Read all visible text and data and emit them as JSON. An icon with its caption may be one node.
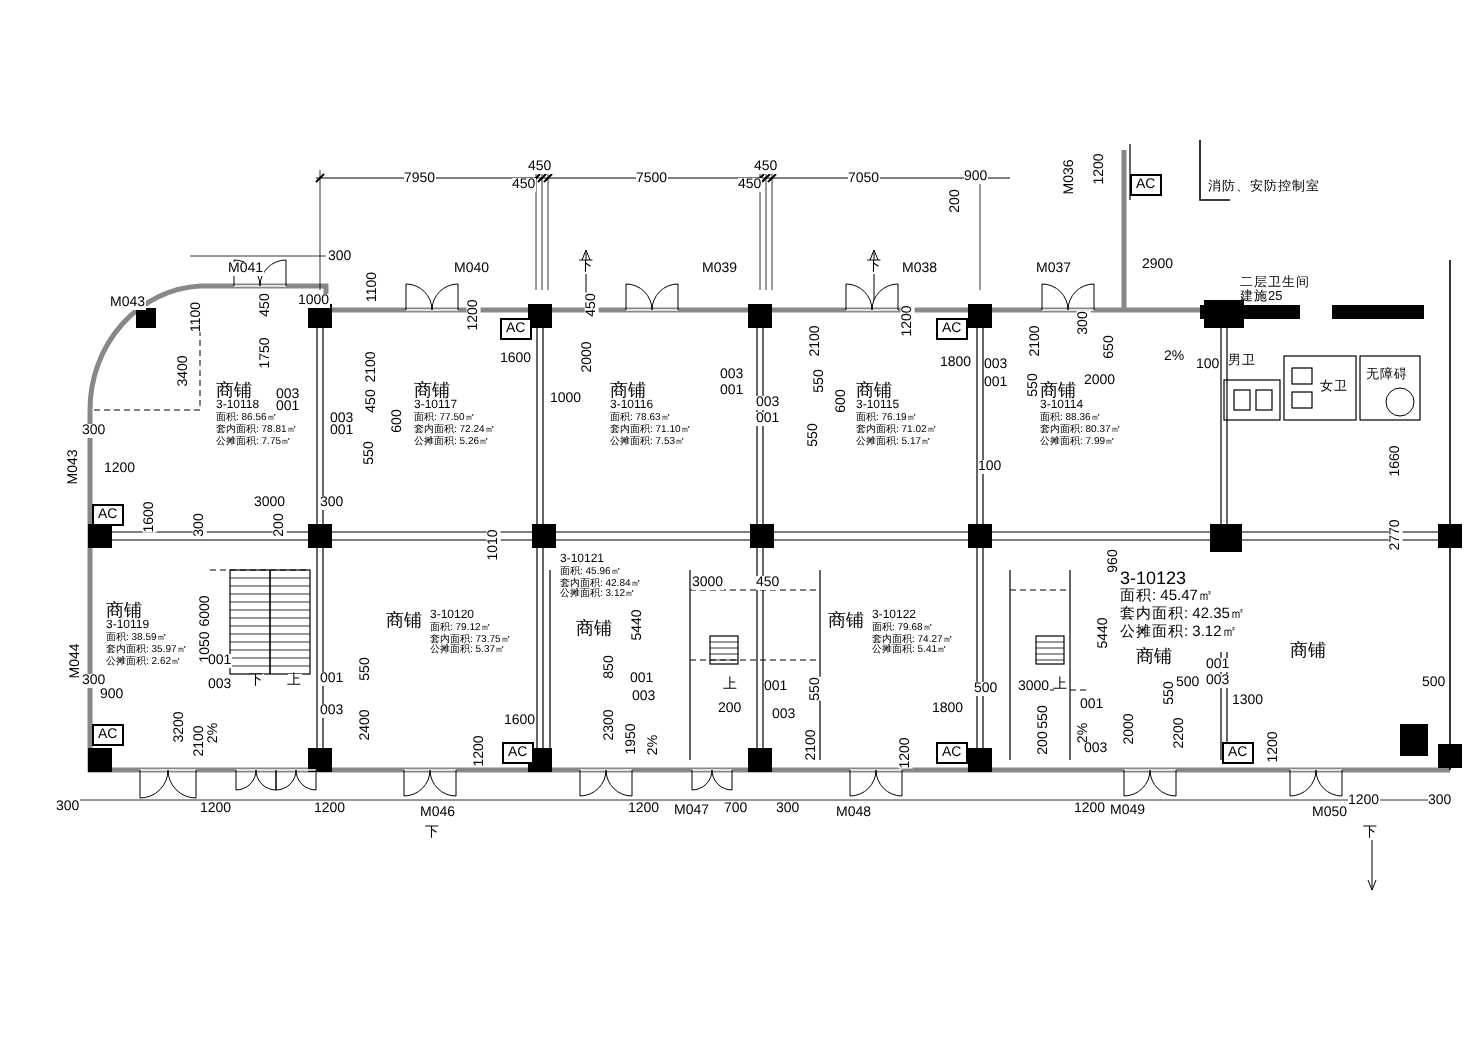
{
  "diagram": {
    "nodes": [
      {
        "text": [
          "商铺",
          "3-10118",
          "面积: 86.56㎡",
          "套内面积: 78.81㎡",
          "公摊面积: 7.75㎡"
        ]
      },
      {
        "text": [
          "商铺",
          "3-10117",
          "面积: 77.50㎡",
          "套内面积: 72.24㎡",
          "公摊面积: 5.26㎡"
        ]
      },
      {
        "text": [
          "商铺",
          "3-10116",
          "面积: 78.63㎡",
          "套内面积: 71.10㎡",
          "公摊面积: 7.53㎡"
        ]
      },
      {
        "text": [
          "商铺",
          "3-10115",
          "面积: 76.19㎡",
          "套内面积: 71.02㎡",
          "公摊面积: 5.17㎡"
        ]
      },
      {
        "text": [
          "商铺",
          "3-10114",
          "面积: 88.36㎡",
          "套内面积: 80.37㎡",
          "公摊面积: 7.99㎡"
        ]
      },
      {
        "text": [
          "商铺",
          "3-10119",
          "面积: 38.59㎡",
          "套内面积: 35.97㎡",
          "公摊面积: 2.62㎡"
        ]
      },
      {
        "text": [
          "商铺",
          "3-10120",
          "面积: 79.12㎡",
          "套内面积: 73.75㎡",
          "公摊面积: 5.37㎡"
        ]
      },
      {
        "text": [
          "3-10121",
          "面积: 45.96㎡",
          "套内面积: 42.84㎡",
          "公摊面积: 3.12㎡",
          "商铺"
        ]
      },
      {
        "text": [
          "商铺",
          "3-10122",
          "面积: 79.68㎡",
          "套内面积: 74.27㎡",
          "公摊面积: 5.41㎡"
        ]
      },
      {
        "text": [
          "3-10123",
          "面积: 45.47㎡",
          "套内面积: 42.35㎡",
          "公摊面积: 3.12㎡",
          "商铺"
        ]
      },
      {
        "text": [
          "商铺"
        ]
      },
      {
        "text": [
          "消防、安防控制室"
        ]
      },
      {
        "text": [
          "二层卫生间",
          "建施25"
        ]
      },
      {
        "text": [
          "男卫"
        ]
      },
      {
        "text": [
          "女卫"
        ]
      },
      {
        "text": [
          "无障碍"
        ]
      },
      {
        "text": [
          "AC"
        ]
      },
      {
        "text": [
          "AC"
        ]
      },
      {
        "text": [
          "AC"
        ]
      },
      {
        "text": [
          "AC"
        ]
      },
      {
        "text": [
          "AC"
        ]
      },
      {
        "text": [
          "AC"
        ]
      },
      {
        "text": [
          "AC"
        ]
      },
      {
        "text": [
          "AC"
        ]
      }
    ],
    "labels": [
      "7950",
      "450",
      "450",
      "7500",
      "450",
      "450",
      "7050",
      "900",
      "200",
      "M036",
      "1200",
      "300",
      "M041",
      "M040",
      "下",
      "M039",
      "下",
      "M038",
      "M037",
      "2900",
      "M043",
      "1100",
      "450",
      "1000",
      "1100",
      "1200",
      "450",
      "1200",
      "300",
      "650",
      "2%",
      "100",
      "2000",
      "3400",
      "1750",
      "2100",
      "1600",
      "2000",
      "1000",
      "2100",
      "1800",
      "2100",
      "003",
      "001",
      "003",
      "001",
      "450",
      "600",
      "550",
      "003",
      "001",
      "003",
      "001",
      "550",
      "600",
      "550",
      "003",
      "001",
      "550",
      "100",
      "300",
      "1200",
      "M043",
      "1660",
      "1600",
      "3000",
      "300",
      "300",
      "200",
      "1010",
      "960",
      "2770",
      "3000",
      "450",
      "6000",
      "1050",
      "5440",
      "5440",
      "M044",
      "300",
      "900",
      "001",
      "003",
      "下",
      "上",
      "001",
      "550",
      "850",
      "001",
      "003",
      "上",
      "001",
      "550",
      "500",
      "3000",
      "上",
      "550",
      "500",
      "001",
      "003",
      "1300",
      "500",
      "003",
      "1600",
      "200",
      "003",
      "1800",
      "550",
      "001",
      "3200",
      "2100",
      "2%",
      "2400",
      "1200",
      "2300",
      "1950",
      "2%",
      "2100",
      "1200",
      "200",
      "2%",
      "003",
      "2000",
      "2200",
      "1200",
      "300",
      "1200",
      "1200",
      "M046",
      "1200",
      "M047",
      "700",
      "300",
      "M048",
      "1200",
      "M049",
      "M050",
      "1200",
      "300",
      "下",
      "下"
    ]
  }
}
